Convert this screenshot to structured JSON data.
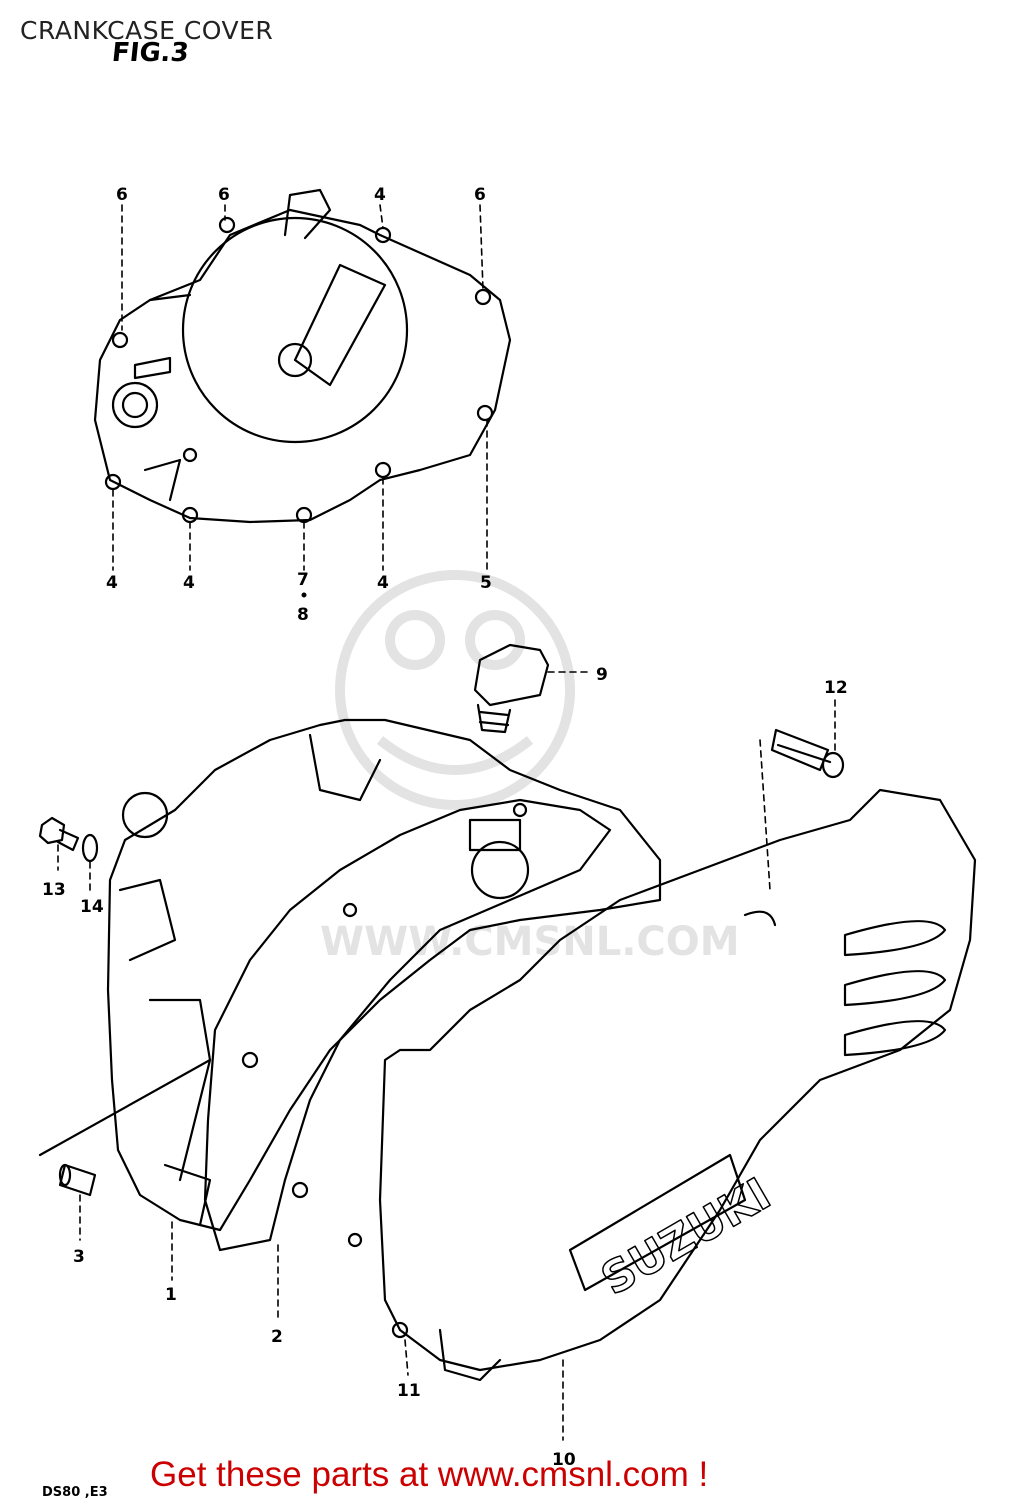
{
  "page": {
    "title": "CRANKCASE COVER",
    "fig_tag": "FIG.3",
    "footer_code": "DS80 ,E3",
    "promo": "Get these parts at www.cmsnl.com !",
    "watermark": "WWW.CMSNL.COM"
  },
  "callouts": [
    {
      "ref": "p1",
      "label": "1"
    },
    {
      "ref": "p2",
      "label": "2"
    },
    {
      "ref": "p3",
      "label": "3"
    },
    {
      "ref": "p4a",
      "label": "4"
    },
    {
      "ref": "p4b",
      "label": "4"
    },
    {
      "ref": "p4c",
      "label": "4"
    },
    {
      "ref": "p4d",
      "label": "4"
    },
    {
      "ref": "p5",
      "label": "5"
    },
    {
      "ref": "p6a",
      "label": "6"
    },
    {
      "ref": "p6b",
      "label": "6"
    },
    {
      "ref": "p6c",
      "label": "6"
    },
    {
      "ref": "p7",
      "label": "7"
    },
    {
      "ref": "p8",
      "label": "8"
    },
    {
      "ref": "p9",
      "label": "9"
    },
    {
      "ref": "p10",
      "label": "10"
    },
    {
      "ref": "p11",
      "label": "11"
    },
    {
      "ref": "p12",
      "label": "12"
    },
    {
      "ref": "p13",
      "label": "13"
    },
    {
      "ref": "p14",
      "label": "14"
    }
  ],
  "colors": {
    "ink": "#000000",
    "promo": "#cc0000",
    "watermark": "#e3e3e3"
  }
}
